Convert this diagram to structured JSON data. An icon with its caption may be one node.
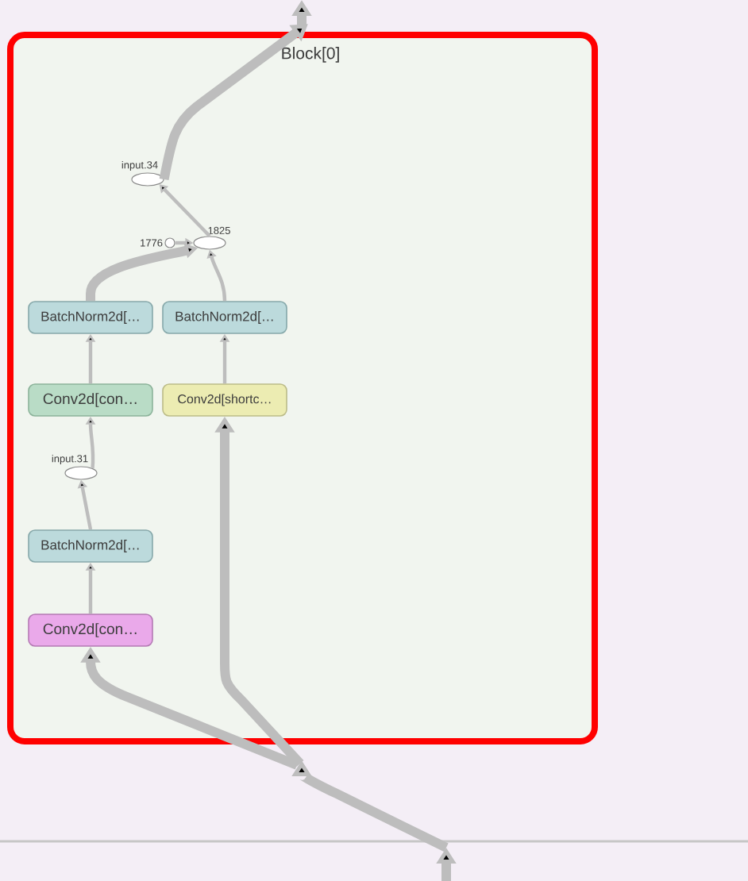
{
  "diagram": {
    "nodes": [
      {
        "text": [
          "Block[0]"
        ]
      },
      {
        "text": [
          "input.34"
        ],
        "in": 0
      },
      {
        "text": [
          "1825"
        ],
        "in": 0
      },
      {
        "text": [
          "1776"
        ],
        "in": 0
      },
      {
        "text": [
          "BatchNorm2d[…"
        ],
        "in": 0
      },
      {
        "text": [
          "BatchNorm2d[…"
        ],
        "in": 0
      },
      {
        "text": [
          "Conv2d[con…"
        ],
        "in": 0
      },
      {
        "text": [
          "Conv2d[shortc…"
        ],
        "in": 0
      },
      {
        "text": [
          "input.31"
        ],
        "in": 0
      },
      {
        "text": [
          "BatchNorm2d[…"
        ],
        "in": 0
      },
      {
        "text": [
          "Conv2d[con…"
        ],
        "in": 0
      }
    ],
    "edges": [
      {
        "from": 10,
        "to": 9,
        "arrow": "to"
      },
      {
        "from": 9,
        "to": 8,
        "arrow": "to"
      },
      {
        "from": 8,
        "to": 6,
        "arrow": "to"
      },
      {
        "from": 6,
        "to": 4,
        "arrow": "to"
      },
      {
        "from": 4,
        "to": 2,
        "arrow": "to",
        "style": "thick"
      },
      {
        "from": 7,
        "to": 5,
        "arrow": "to"
      },
      {
        "from": 5,
        "to": 2,
        "arrow": "to"
      },
      {
        "from": 3,
        "to": 2,
        "arrow": "to"
      },
      {
        "from": 2,
        "to": 1,
        "arrow": "to"
      },
      {
        "from": 1,
        "to": null,
        "arrow": "to",
        "style": "thick"
      },
      {
        "from": null,
        "to": 10,
        "arrow": "to",
        "style": "thick"
      },
      {
        "from": null,
        "to": 7,
        "arrow": "to",
        "style": "thick"
      }
    ]
  }
}
